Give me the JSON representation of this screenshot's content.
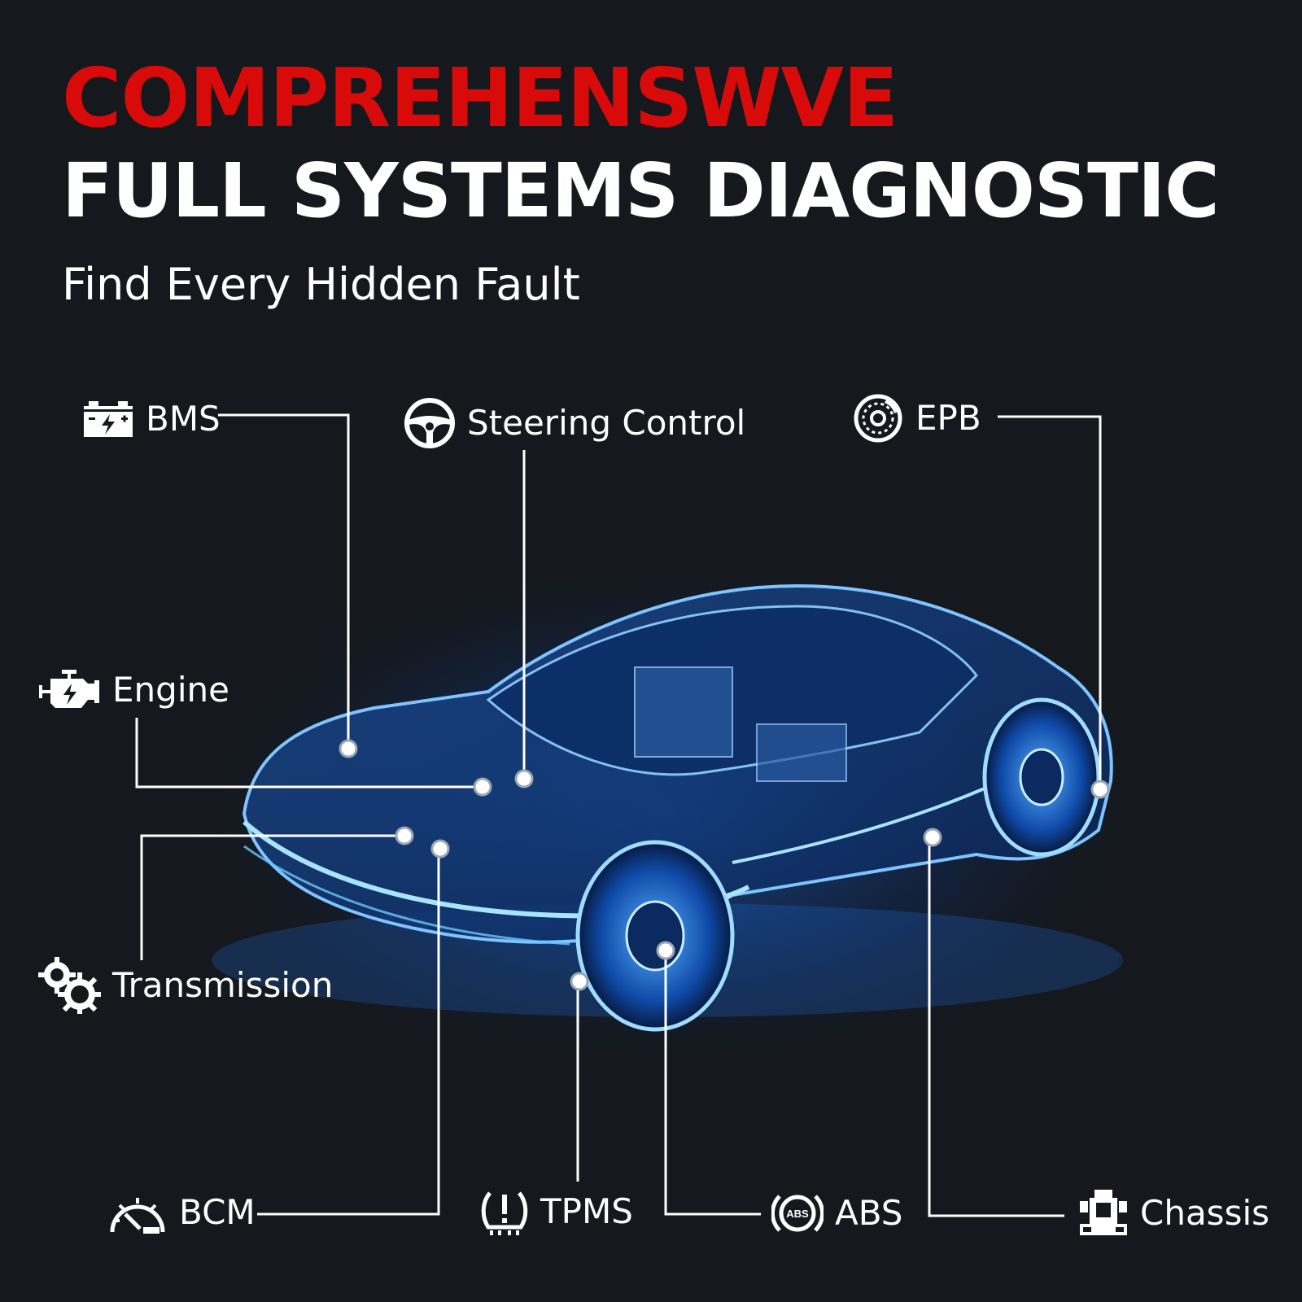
{
  "header": {
    "title_line1": "COMPREHENSWVE",
    "title_line2": "FULL SYSTEMS DIAGNOSTIC",
    "subtitle": "Find Every Hidden Fault"
  },
  "colors": {
    "background": "#15181d",
    "accent_red": "#d90a0a",
    "text": "#ffffff",
    "car_glow": "#1e7bff"
  },
  "systems": [
    {
      "id": "bms",
      "label": "BMS",
      "icon": "battery-icon"
    },
    {
      "id": "steering",
      "label": "Steering Control",
      "icon": "steering-wheel-icon"
    },
    {
      "id": "epb",
      "label": "EPB",
      "icon": "brake-disc-icon"
    },
    {
      "id": "engine",
      "label": "Engine",
      "icon": "engine-icon"
    },
    {
      "id": "transmission",
      "label": "Transmission",
      "icon": "gears-icon"
    },
    {
      "id": "bcm",
      "label": "BCM",
      "icon": "speedometer-icon"
    },
    {
      "id": "tpms",
      "label": "TPMS",
      "icon": "tire-pressure-icon"
    },
    {
      "id": "abs",
      "label": "ABS",
      "icon": "abs-icon"
    },
    {
      "id": "chassis",
      "label": "Chassis",
      "icon": "chassis-icon"
    }
  ]
}
